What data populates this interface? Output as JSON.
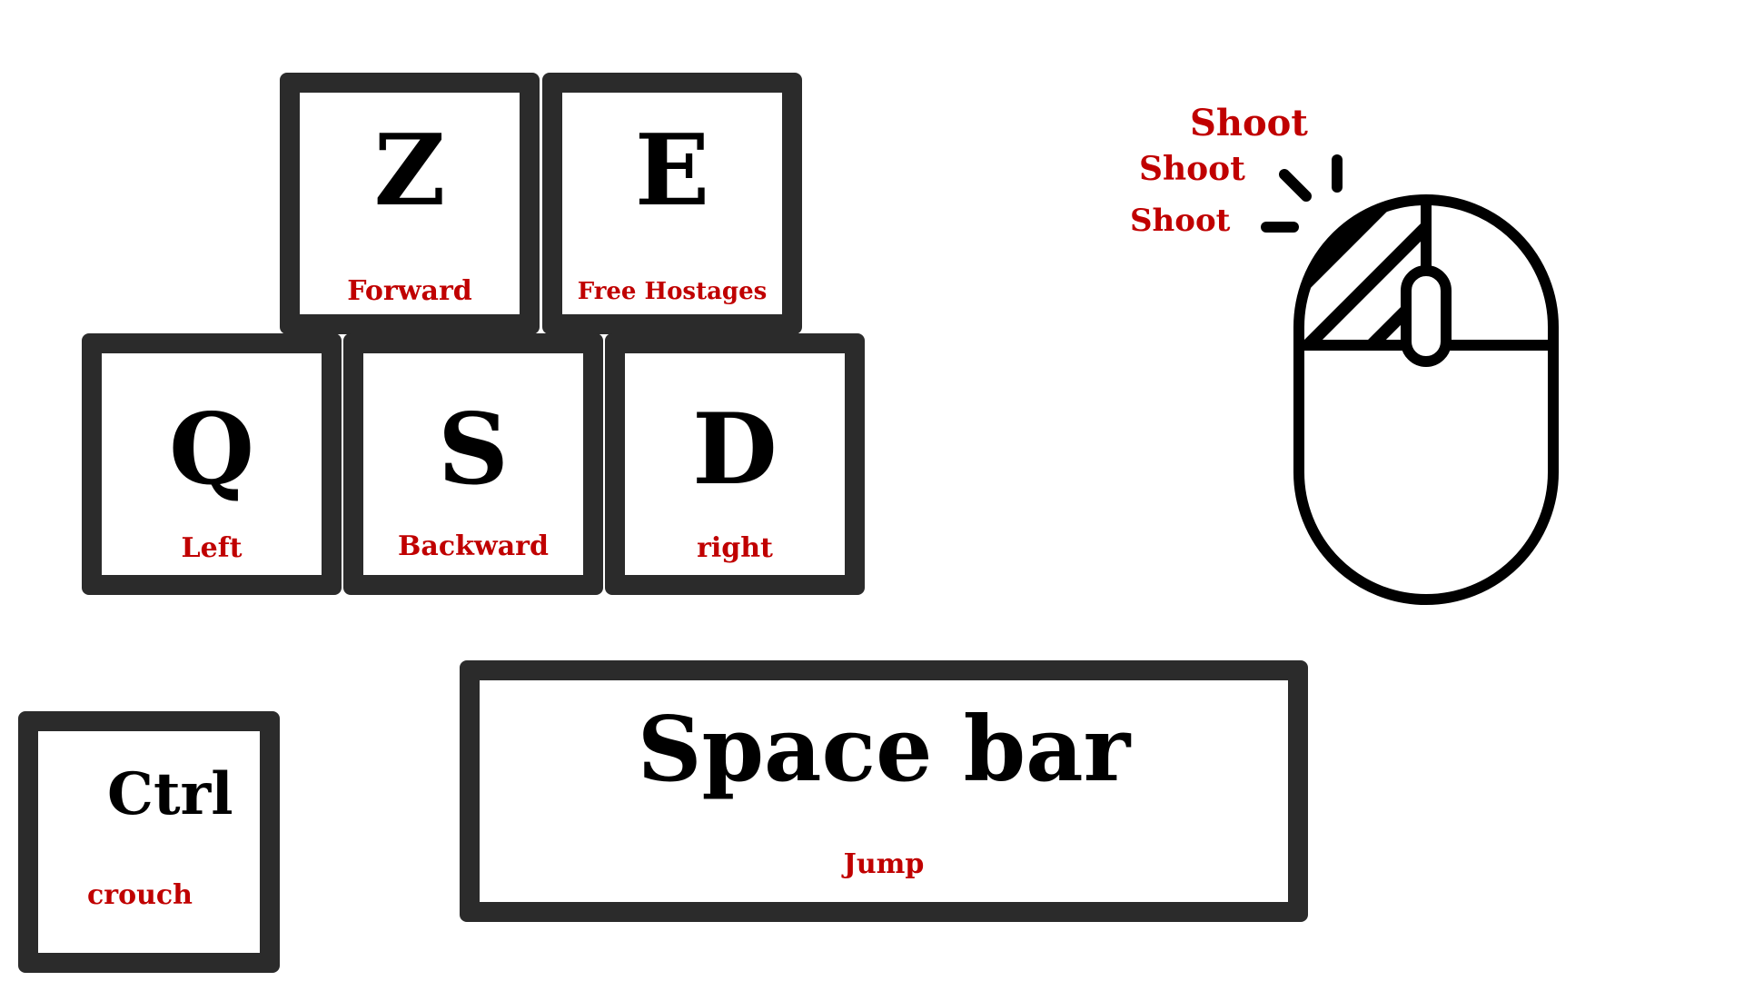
{
  "keys": {
    "z": {
      "letter": "Z",
      "action": "Forward"
    },
    "e": {
      "letter": "E",
      "action": "Free Hostages"
    },
    "q": {
      "letter": "Q",
      "action": "Left"
    },
    "s": {
      "letter": "S",
      "action": "Backward"
    },
    "d": {
      "letter": "D",
      "action": "right"
    },
    "ctrl": {
      "letter": "Ctrl",
      "action": "crouch"
    },
    "space": {
      "letter": "Space bar",
      "action": "Jump"
    }
  },
  "mouse": {
    "icon": "mouse-left-click-icon",
    "shoot_labels": [
      "Shoot",
      "Shoot",
      "Shoot"
    ]
  },
  "colors": {
    "key_border": "#2b2b2b",
    "letter": "#000000",
    "action": "#c00000",
    "background": "#ffffff"
  }
}
